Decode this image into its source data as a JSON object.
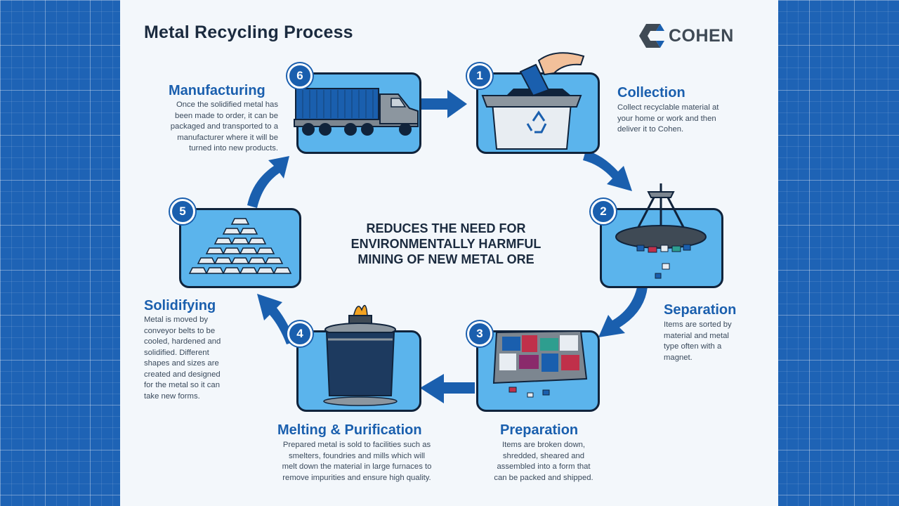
{
  "title": "Metal Recycling Process",
  "logo": {
    "text": "COHEN",
    "icon": "cohen-c-logo-icon"
  },
  "center_message": {
    "lines": [
      "REDUCES THE NEED FOR",
      "ENVIRONMENTALLY HARMFUL",
      "MINING OF NEW METAL ORE"
    ]
  },
  "colors": {
    "accent": "#1a5fae",
    "tile": "#5bb4ec",
    "outline": "#10233b",
    "panel": "#f3f7fb",
    "background": "#1e63b5"
  },
  "steps": [
    {
      "number": "1",
      "title": "Collection",
      "icon": "recycle-bin-icon",
      "lines": [
        "Collect recyclable material at",
        "your home or work and then",
        "deliver it to Cohen."
      ]
    },
    {
      "number": "2",
      "title": "Separation",
      "icon": "magnet-icon",
      "lines": [
        "Items are sorted by",
        "material and metal",
        "type often with a",
        "magnet."
      ]
    },
    {
      "number": "3",
      "title": "Preparation",
      "icon": "scrap-bale-icon",
      "lines": [
        "Items are broken down,",
        "shredded, sheared and",
        "assembled into a form that",
        "can be packed and shipped."
      ]
    },
    {
      "number": "4",
      "title": "Melting & Purification",
      "icon": "furnace-icon",
      "lines": [
        "Prepared metal is sold to facilities such as",
        "smelters, foundries and mills which will",
        "melt down the material in large furnaces to",
        "remove impurities and ensure high quality."
      ]
    },
    {
      "number": "5",
      "title": "Solidifying",
      "icon": "metal-ingots-icon",
      "lines": [
        "Metal is moved by",
        "conveyor belts to be",
        "cooled, hardened and",
        "solidified. Different",
        "shapes and sizes are",
        "created and designed",
        "for the metal so it can",
        "take new forms."
      ]
    },
    {
      "number": "6",
      "title": "Manufacturing",
      "icon": "truck-icon",
      "lines": [
        "Once the solidified metal has",
        "been made to order, it can be",
        "packaged and transported to a",
        "manufacturer where it will be",
        "turned into new  products."
      ]
    }
  ]
}
